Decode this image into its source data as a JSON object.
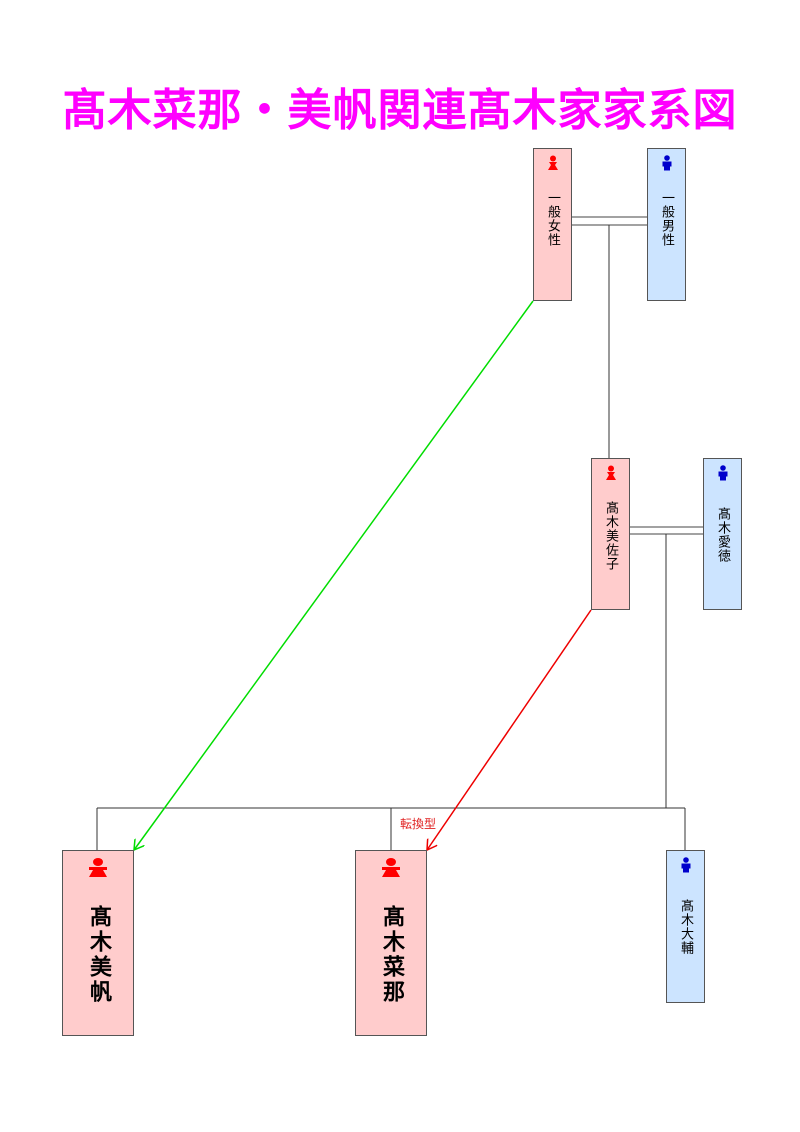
{
  "title": "髙木菜那・美帆関連髙木家家系図",
  "colors": {
    "title": "#ff00ff",
    "female_fill": "#ffcccc",
    "male_fill": "#cce4ff",
    "female_icon": "#ff0000",
    "male_icon": "#0000cc",
    "green_arrow": "#00dd00",
    "red_arrow": "#ee0000"
  },
  "people": {
    "p1": {
      "name": "一般女性",
      "gender": "female",
      "icon": "female-person-icon"
    },
    "p2": {
      "name": "一般男性",
      "gender": "male",
      "icon": "male-person-icon"
    },
    "p3": {
      "name": "髙木美佐子",
      "gender": "female",
      "icon": "female-person-icon"
    },
    "p4": {
      "name": "髙木愛徳",
      "gender": "male",
      "icon": "male-person-icon"
    },
    "p5": {
      "name": "髙木美帆",
      "gender": "female",
      "icon": "female-person-icon"
    },
    "p6": {
      "name": "髙木菜那",
      "gender": "female",
      "icon": "female-person-icon"
    },
    "p7": {
      "name": "髙木大輔",
      "gender": "male",
      "icon": "male-person-icon"
    }
  },
  "edges": {
    "green_arrow": {
      "from": "一般女性",
      "to": "髙木美帆"
    },
    "red_arrow": {
      "from": "髙木美佐子",
      "to": "髙木菜那",
      "label": "転換型"
    }
  }
}
